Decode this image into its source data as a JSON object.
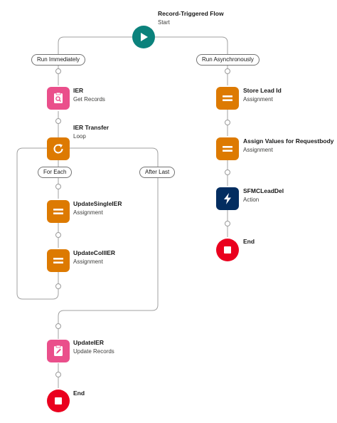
{
  "start": {
    "title": "Record-Triggered Flow",
    "subtitle": "Start",
    "icon": "play-icon"
  },
  "branches": {
    "left": "Run Immediately",
    "right": "Run Asynchronously"
  },
  "loop_paths": {
    "each": "For Each",
    "after": "After Last"
  },
  "nodes": {
    "ier": {
      "title": "IER",
      "subtitle": "Get Records",
      "icon": "get-records-icon",
      "color": "#ea4f8b"
    },
    "ier_transfer": {
      "title": "IER Transfer",
      "subtitle": "Loop",
      "icon": "loop-icon",
      "color": "#dd7a01"
    },
    "update_single": {
      "title": "UpdateSingleIER",
      "subtitle": "Assignment",
      "icon": "assignment-icon",
      "color": "#dd7a01"
    },
    "update_coll": {
      "title": "UpdateCollIER",
      "subtitle": "Assignment",
      "icon": "assignment-icon",
      "color": "#dd7a01"
    },
    "update_ier": {
      "title": "UpdateIER",
      "subtitle": "Update Records",
      "icon": "update-records-icon",
      "color": "#ea4f8b"
    },
    "end_left": {
      "title": "End",
      "icon": "stop-icon",
      "color": "#ea001e"
    },
    "store_lead": {
      "title": "Store Lead Id",
      "subtitle": "Assignment",
      "icon": "assignment-icon",
      "color": "#dd7a01"
    },
    "assign_values": {
      "title": "Assign Values for Requestbody",
      "subtitle": "Assignment",
      "icon": "assignment-icon",
      "color": "#dd7a01"
    },
    "sfmc": {
      "title": "SFMCLeadDel",
      "subtitle": "Action",
      "icon": "action-icon",
      "color": "#032d60"
    },
    "end_right": {
      "title": "End",
      "icon": "stop-icon",
      "color": "#ea001e"
    }
  },
  "colors": {
    "connector": "#a0a0a0",
    "start": "#0b827c"
  }
}
